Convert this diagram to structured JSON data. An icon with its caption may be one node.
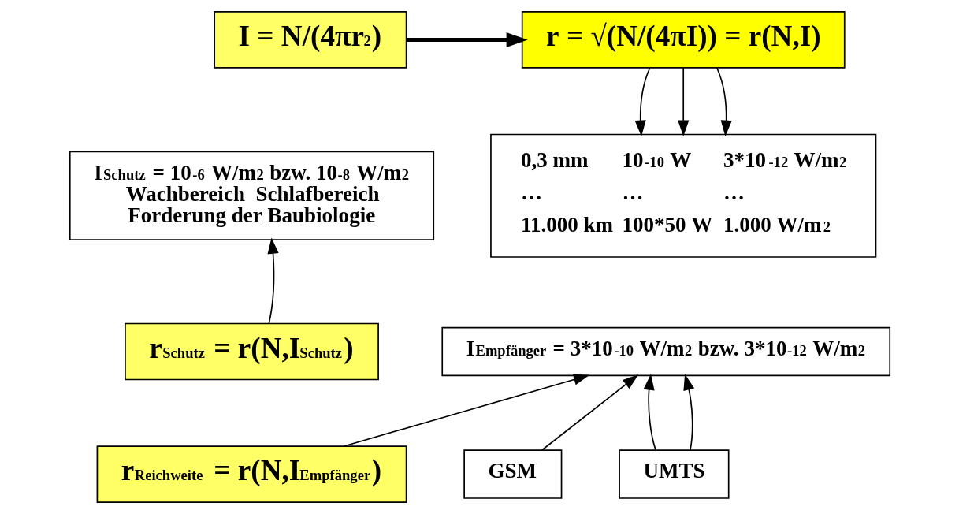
{
  "diagram": {
    "nodes": [
      {
        "text": [
          "I = N/(4πr$^{2}$)"
        ]
      },
      {
        "text": [
          "r = √(N/(4πI)) = r(N,I)"
        ]
      },
      {
        "text": [
          "I$_{Schutz}$ = 10$^{-6}$ W/m$^{2}$ bzw. 10$^{-8}$ W/m$^{2}$",
          "Wachbereich  Schlafbereich",
          "Forderung der Baubiologie"
        ]
      },
      {
        "text": [
          "0,3 mm",
          "10$^{-10}$ W",
          "3*10$^{-12}$ W/m$^{2}$",
          "…",
          "…",
          "…",
          "11.000 km",
          "100*50 W",
          "1.000 W/m$^{2}$"
        ]
      },
      {
        "text": [
          "r$_{Schutz}$ = r(N,I$_{Schutz}$)"
        ]
      },
      {
        "text": [
          "I$_{Empfänger}$ = 3*10$^{-10}$ W/m$^{2}$ bzw. 3*10$^{-12}$ W/m$^{2}$"
        ]
      },
      {
        "text": [
          "r$_{Reichweite}$ = r(N,I$_{Empfänger}$)"
        ]
      },
      {
        "text": [
          "GSM"
        ]
      },
      {
        "text": [
          "UMTS"
        ]
      }
    ],
    "edges": [
      {
        "from": 0,
        "to": 1,
        "arrow": "to",
        "style": "thick"
      },
      {
        "from": 1,
        "to": 3,
        "arrow": "to"
      },
      {
        "from": 1,
        "to": 3,
        "arrow": "to"
      },
      {
        "from": 1,
        "to": 3,
        "arrow": "to"
      },
      {
        "from": 4,
        "to": 2,
        "arrow": "to"
      },
      {
        "from": 6,
        "to": 5,
        "arrow": "to"
      },
      {
        "from": 7,
        "to": 5,
        "arrow": "to"
      },
      {
        "from": 8,
        "to": 5,
        "arrow": "to"
      },
      {
        "from": 8,
        "to": 5,
        "arrow": "to"
      }
    ]
  }
}
